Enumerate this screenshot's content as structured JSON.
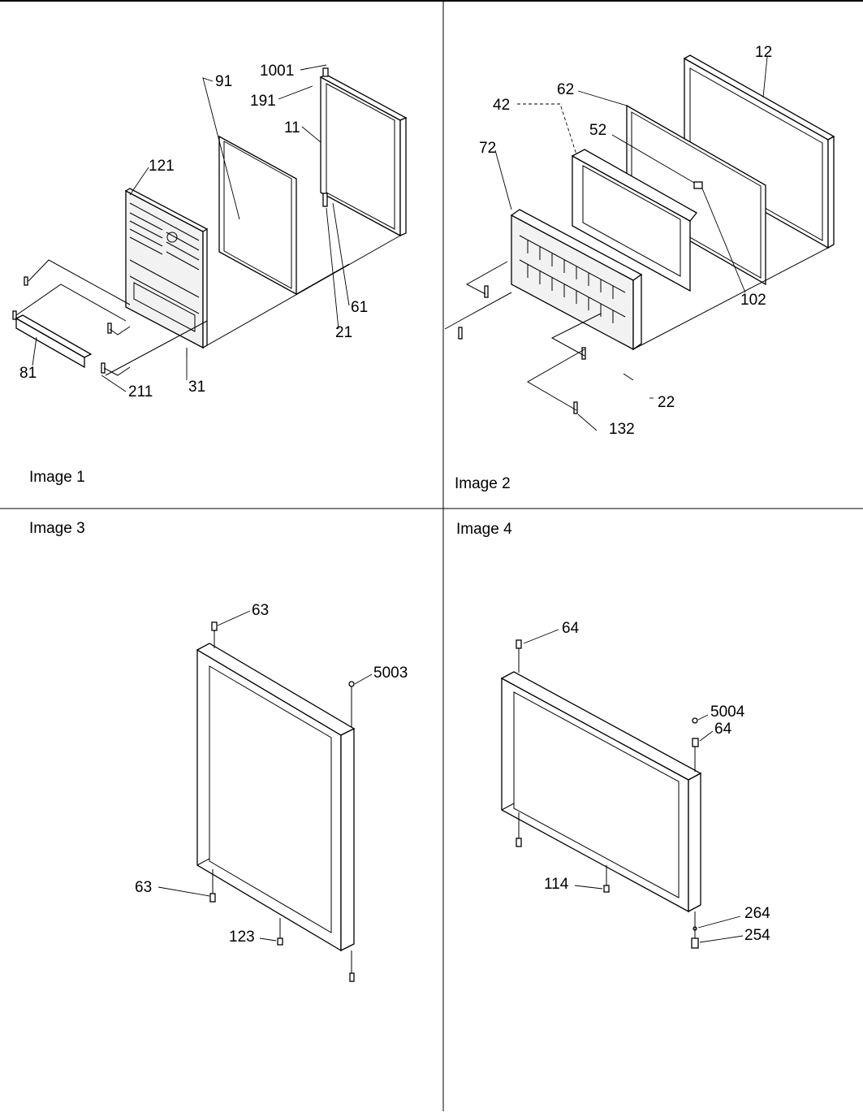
{
  "panels": [
    {
      "caption": "Image 1",
      "callouts": [
        "1001",
        "91",
        "191",
        "11",
        "121",
        "61",
        "21",
        "81",
        "211",
        "31"
      ]
    },
    {
      "caption": "Image 2",
      "callouts": [
        "12",
        "62",
        "42",
        "52",
        "72",
        "102",
        "22",
        "132"
      ]
    },
    {
      "caption": "Image 3",
      "callouts": [
        "63",
        "5003",
        "63",
        "123"
      ]
    },
    {
      "caption": "Image 4",
      "callouts": [
        "64",
        "5004",
        "64",
        "114",
        "264",
        "254"
      ]
    }
  ]
}
